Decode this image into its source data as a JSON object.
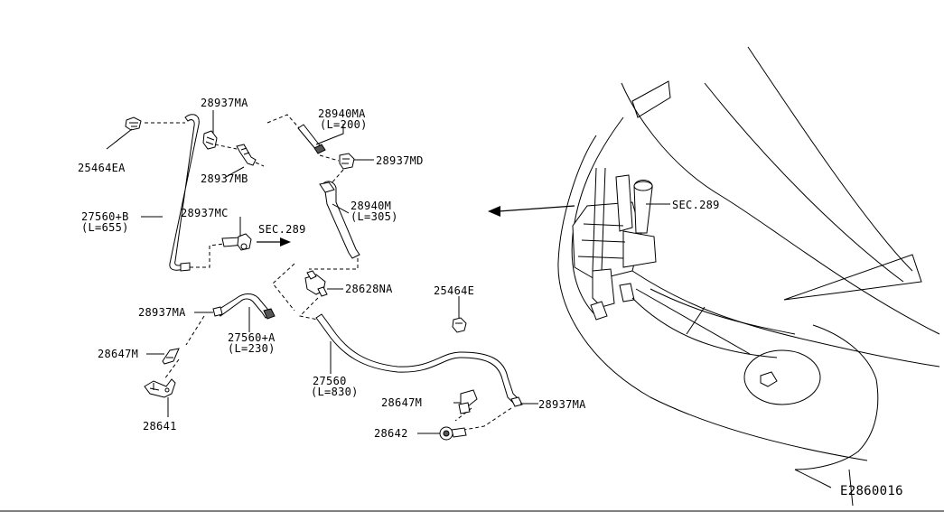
{
  "diagram_code": "E2860016",
  "labels": {
    "l_25464EA": "25464EA",
    "l_28937MA_top": "28937MA",
    "l_28937MB": "28937MB",
    "l_27560B": "27560+B",
    "l_27560B_len": "(L=655)",
    "l_28937MC": "28937MC",
    "l_sec289_left": "SEC.289",
    "l_28940MA": "28940MA",
    "l_28940MA_len": "(L=200)",
    "l_28937MD": "28937MD",
    "l_28940M": "28940M",
    "l_28940M_len": "(L=305)",
    "l_28628NA": "28628NA",
    "l_25464E": "25464E",
    "l_28937MA_mid": "28937MA",
    "l_27560A": "27560+A",
    "l_27560A_len": "(L=230)",
    "l_28647M_left": "28647M",
    "l_28641": "28641",
    "l_27560": "27560",
    "l_27560_len": "(L=830)",
    "l_28647M_bottom": "28647M",
    "l_28937MA_bottom": "28937MA",
    "l_28642": "28642",
    "l_sec289_right": "SEC.289"
  },
  "icons": [
    "arrow-right-icon",
    "arrow-left-icon"
  ]
}
